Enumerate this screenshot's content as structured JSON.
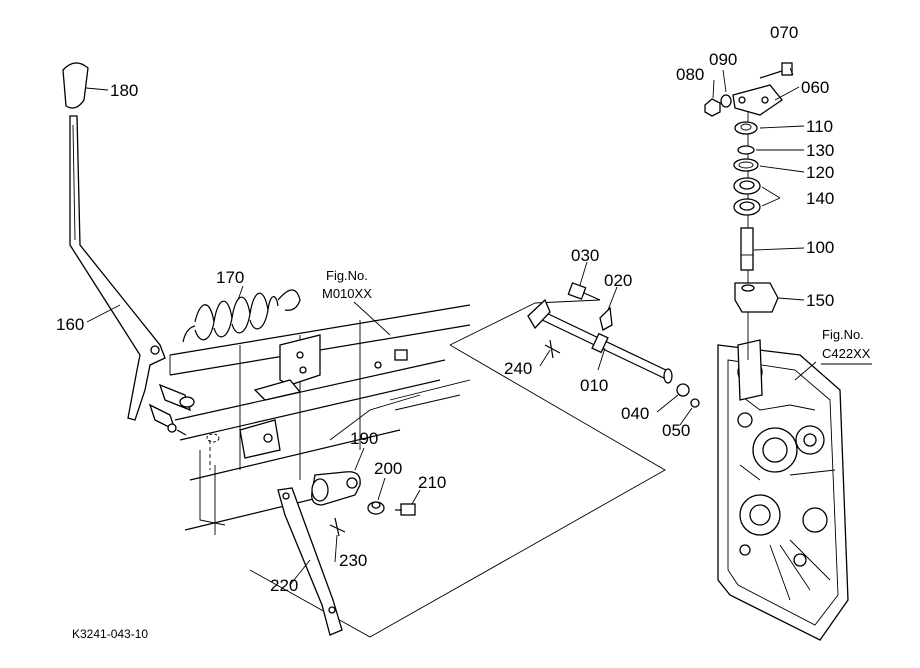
{
  "diagram": {
    "part_labels": [
      "010",
      "020",
      "030",
      "040",
      "050",
      "060",
      "070",
      "080",
      "090",
      "100",
      "110",
      "120",
      "130",
      "140",
      "150",
      "160",
      "170",
      "180",
      "190",
      "200",
      "210",
      "220",
      "230",
      "240"
    ],
    "figure_refs": [
      {
        "title": "Fig.No.",
        "code": "M010XX"
      },
      {
        "title": "Fig.No.",
        "code": "C422XX"
      }
    ],
    "drawing_code": "K3241-043-10"
  }
}
